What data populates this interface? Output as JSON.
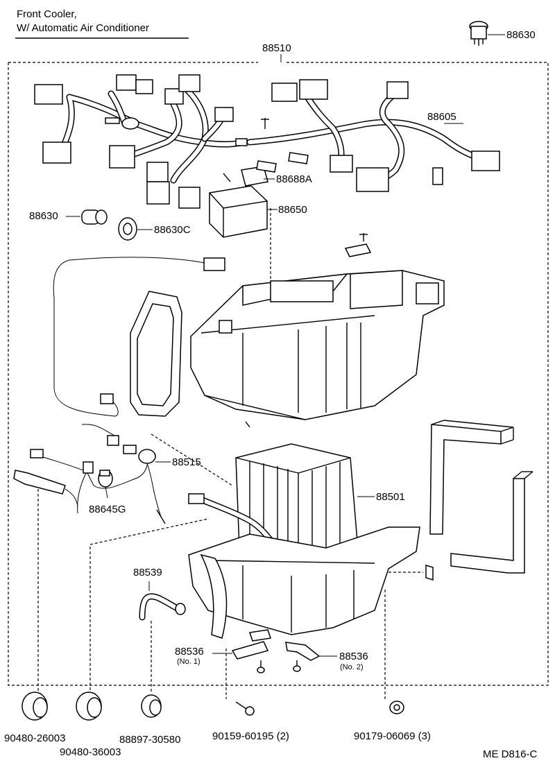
{
  "title": {
    "line1": "Front Cooler,",
    "line2": "W/ Automatic Air Conditioner"
  },
  "parts": {
    "p88630_top": "88630",
    "p88510": "88510",
    "p88605": "88605",
    "p88688a": "88688A",
    "p88630_left": "88630",
    "p88650": "88650",
    "p88630c": "88630C",
    "p88515": "88515",
    "p88501": "88501",
    "p88645g": "88645G",
    "p88539": "88539",
    "p88536_1": "88536",
    "p88536_1_sub": "(No. 1)",
    "p88536_2": "88536",
    "p88536_2_sub": "(No. 2)",
    "p90480_26003": "90480-26003",
    "p90480_36003": "90480-36003",
    "p88897_30580": "88897-30580",
    "p90159_60195": "90159-60195 (2)",
    "p90179_06069": "90179-06069 (3)"
  },
  "footer_code": "ME  D816-C"
}
